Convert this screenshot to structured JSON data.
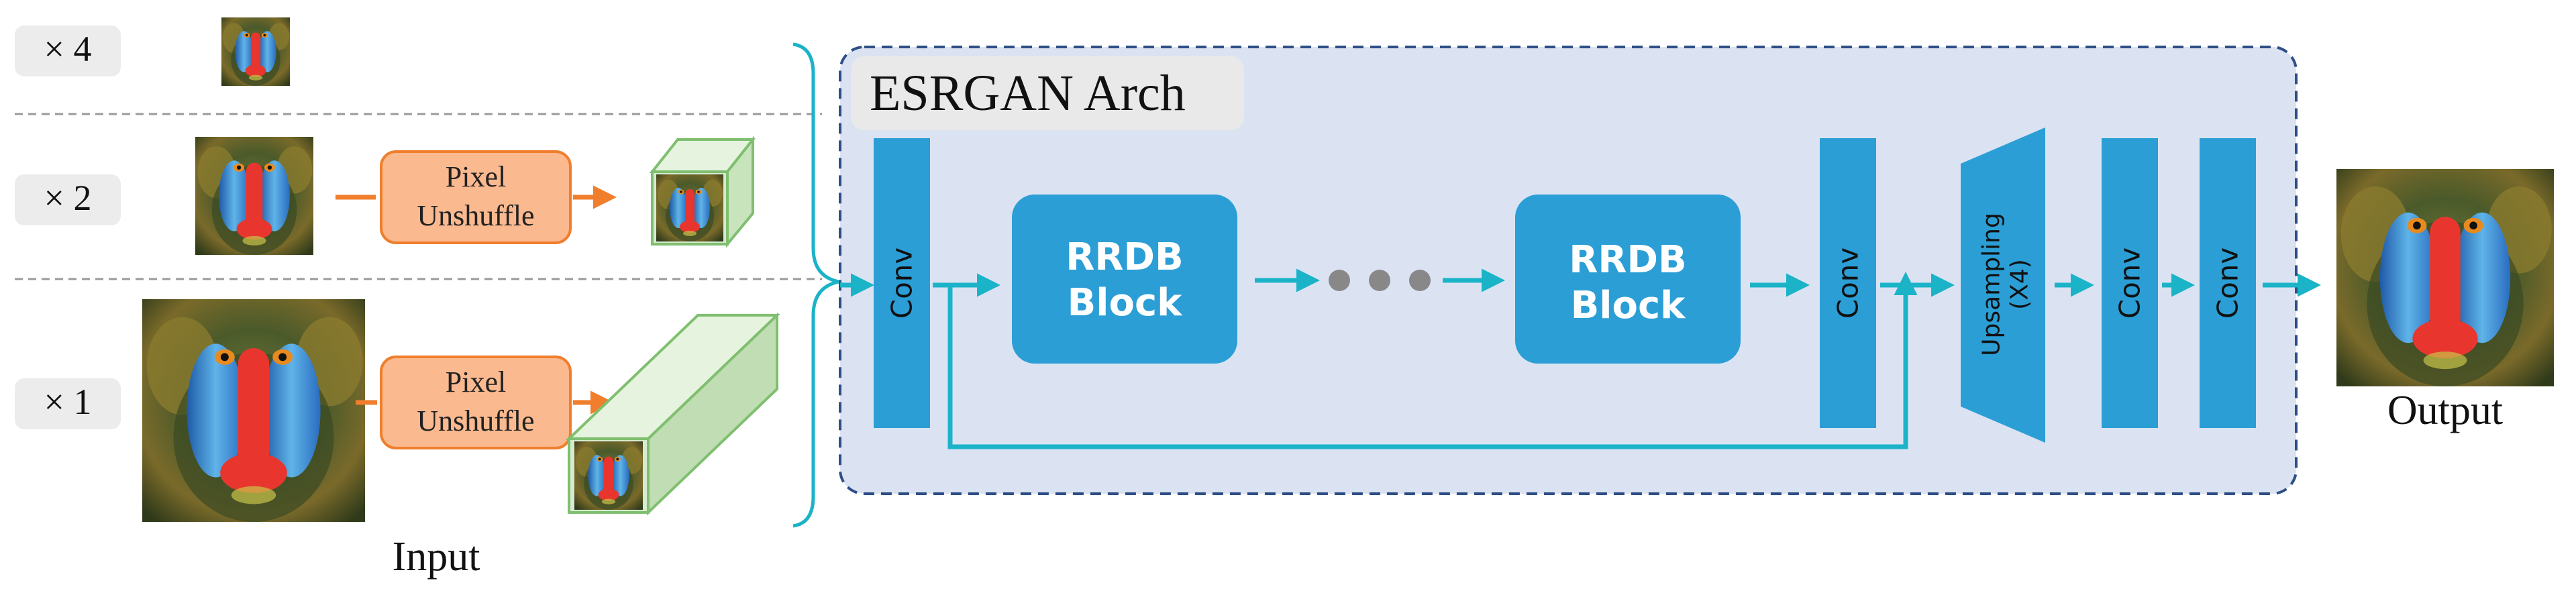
{
  "scales": [
    {
      "label": "× 4"
    },
    {
      "label": "× 2"
    },
    {
      "label": "× 1"
    }
  ],
  "pixel_unshuffle": {
    "line1": "Pixel",
    "line2": "Unshuffle"
  },
  "labels": {
    "input": "Input",
    "output": "Output",
    "arch_title": "ESRGAN Arch"
  },
  "blocks": {
    "conv": "Conv",
    "rrdb_line1": "RRDB",
    "rrdb_line2": "Block",
    "upsampling_line1": "Upsampling",
    "upsampling_line2": "(X4)"
  },
  "colors": {
    "arch_bg": "#dbe3f3",
    "arch_border": "#2e4f86",
    "block_blue": "#2b9ed6",
    "arrow_teal": "#1bb3c8",
    "unshuffle_fill": "#fbb98f",
    "unshuffle_border": "#f07e2c",
    "cube_green": "#d6ebcf",
    "cube_border": "#7fbf6f",
    "scale_bg": "#ececec",
    "brace": "#1bb3c8"
  },
  "icons": [
    "mandrill-image",
    "tensor-cube-icon",
    "right-arrow-icon",
    "ellipsis-icon"
  ]
}
